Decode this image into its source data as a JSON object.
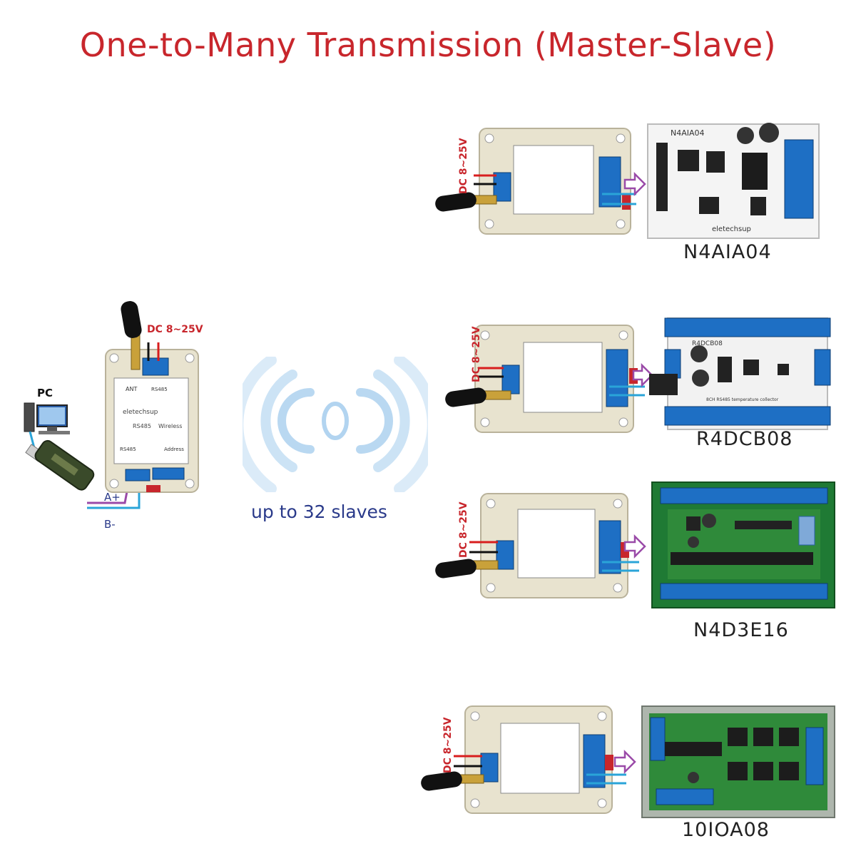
{
  "title": "One-to-Many Transmission (Master-Slave)",
  "master": {
    "pc_label": "PC",
    "dc_label": "DC 8~25V",
    "wire_a_label": "A+",
    "wire_b_label": "B-",
    "module_text": [
      "ANT",
      "RS485",
      "eletechsup",
      "RS485",
      "Wireless",
      "RS485",
      "Address"
    ]
  },
  "wireless": {
    "slaves_label": "up to 32 slaves"
  },
  "slaves": [
    {
      "dc_label": "DC 8~25V",
      "model": "N4AIA04",
      "board_print": "N4AIA04",
      "board_brand": "eletechsup"
    },
    {
      "dc_label": "DC 8~25V",
      "model": "R4DCB08",
      "board_print": "R4DCB08",
      "board_note": "8CH RS485 temperature collector"
    },
    {
      "dc_label": "DC 8~25V",
      "model": "N4D3E16"
    },
    {
      "dc_label": "DC 8~25V",
      "model": "10IOA08"
    }
  ],
  "colors": {
    "title": "#c8262c",
    "enclosure": "#e8e3cf",
    "terminal": "#1e6fc4",
    "arrow": "#9a4aa8",
    "wire_red": "#d81e1e",
    "wire_blue": "#2aa4d8",
    "pcb_green": "#2f8a3a",
    "wave": "#7fb8e6"
  },
  "icons": [
    "antenna-icon",
    "pc-icon",
    "usb-adapter-icon",
    "wireless-wave-icon",
    "arrow-right-icon"
  ]
}
